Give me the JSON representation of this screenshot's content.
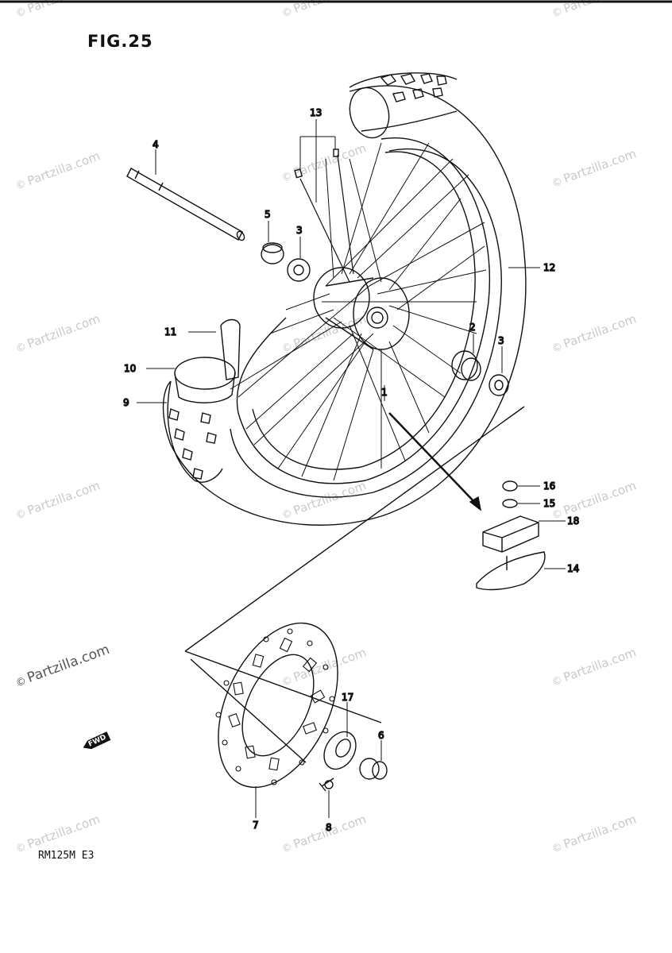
{
  "figure": {
    "title": "FIG.25",
    "model_code": "RM125M E3",
    "fwd_label": "FWD"
  },
  "watermark": {
    "symbol": "©",
    "text": "Partzilla.com"
  },
  "callouts": [
    "1",
    "2",
    "3",
    "3",
    "4",
    "5",
    "6",
    "7",
    "8",
    "9",
    "10",
    "11",
    "12",
    "13",
    "14",
    "15",
    "16",
    "17",
    "18"
  ],
  "colors": {
    "line": "#111111",
    "watermark": "#c9c9c9",
    "background": "#ffffff"
  }
}
